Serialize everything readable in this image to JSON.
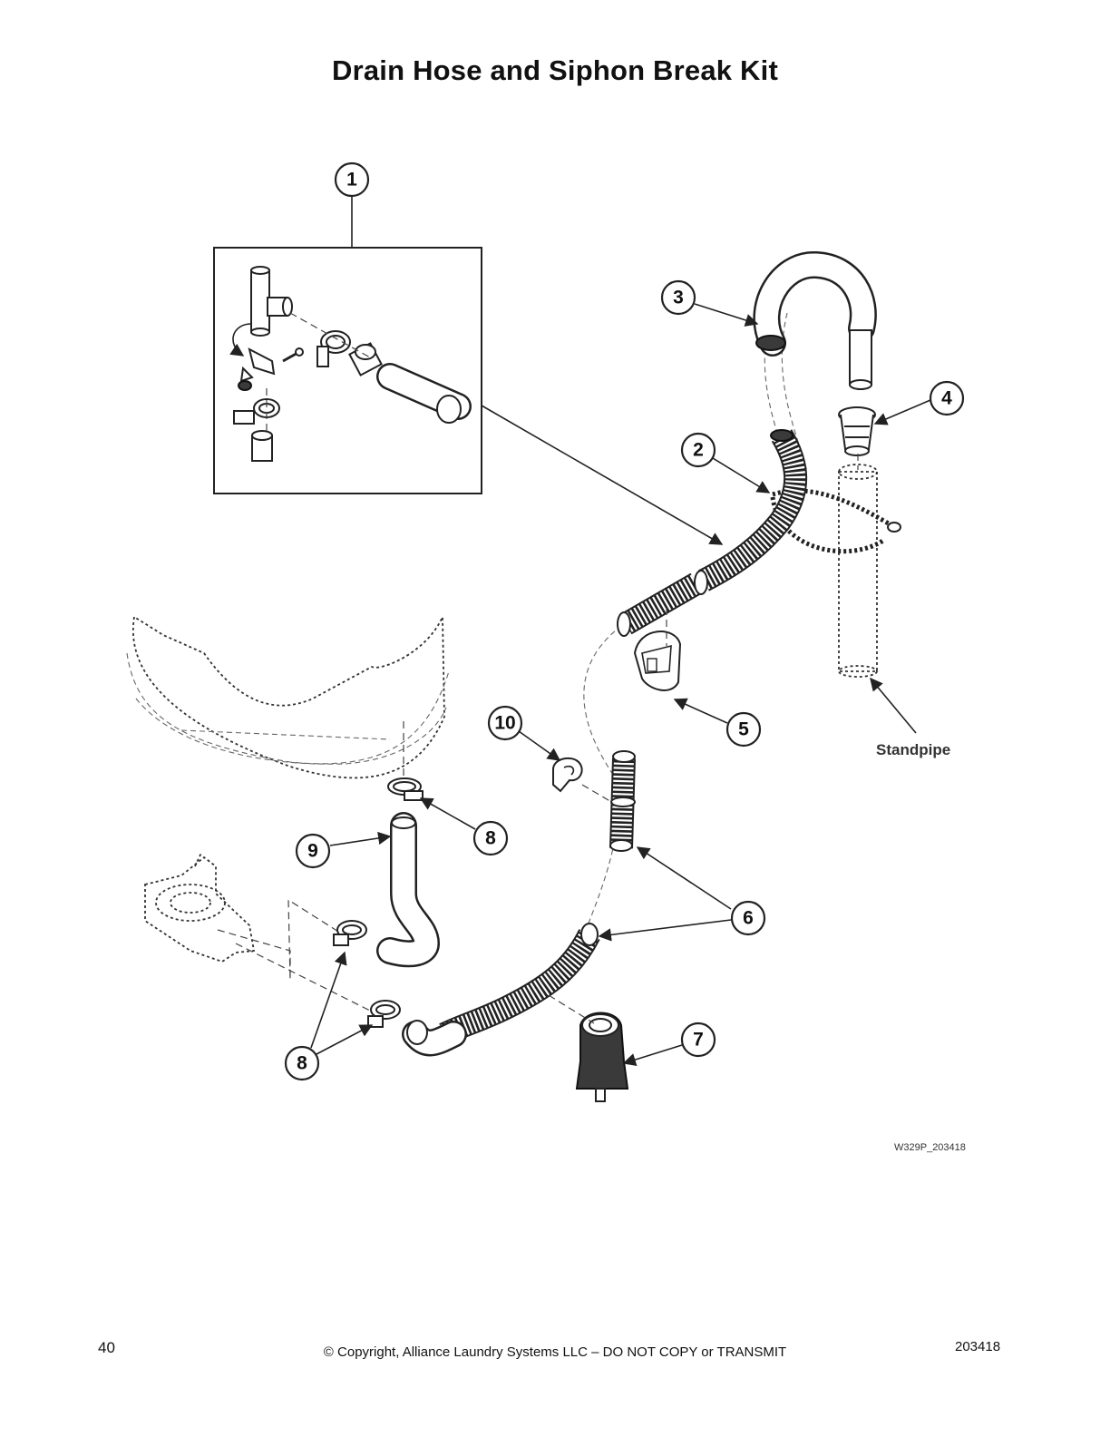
{
  "title": "Drain Hose and Siphon Break Kit",
  "callouts": [
    {
      "id": "callout-1",
      "label": "1"
    },
    {
      "id": "callout-2",
      "label": "2"
    },
    {
      "id": "callout-3",
      "label": "3"
    },
    {
      "id": "callout-4",
      "label": "4"
    },
    {
      "id": "callout-5",
      "label": "5"
    },
    {
      "id": "callout-6",
      "label": "6"
    },
    {
      "id": "callout-7",
      "label": "7"
    },
    {
      "id": "callout-8a",
      "label": "8"
    },
    {
      "id": "callout-8b",
      "label": "8"
    },
    {
      "id": "callout-9",
      "label": "9"
    },
    {
      "id": "callout-10",
      "label": "10"
    }
  ],
  "standpipe_label": "Standpipe",
  "image_id": "W329P_203418",
  "footer": {
    "page_number": "40",
    "copyright": "© Copyright, Alliance Laundry Systems LLC – DO NOT COPY or TRANSMIT",
    "doc_number": "203418"
  }
}
